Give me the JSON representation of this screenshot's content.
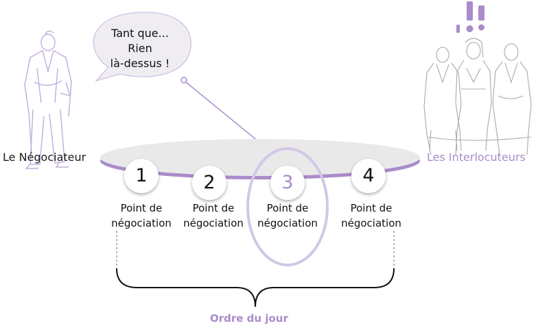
{
  "left_party": {
    "name": "Le Négociateur"
  },
  "right_party": {
    "name": "Les Interlocuteurs"
  },
  "speech_bubble": {
    "lines": [
      "Tant que...",
      "Rien",
      "là-dessus !"
    ]
  },
  "exclamation_marks": "!!",
  "agenda_points": [
    {
      "number": "1",
      "line1": "Point de",
      "line2": "négociation",
      "highlighted": false
    },
    {
      "number": "2",
      "line1": "Point de",
      "line2": "négociation",
      "highlighted": false
    },
    {
      "number": "3",
      "line1": "Point de",
      "line2": "négociation",
      "highlighted": true
    },
    {
      "number": "4",
      "line1": "Point de",
      "line2": "négociation",
      "highlighted": false
    }
  ],
  "agenda_label": "Ordre du jour",
  "colors": {
    "accent": "#a98cc9",
    "table_top": "#e9e9ea",
    "table_edge": "#a98cc9",
    "text": "#111111"
  },
  "icons": [
    "negotiator-figure",
    "interlocutors-group",
    "speech-bubble",
    "pointer-arrow",
    "curly-brace"
  ]
}
